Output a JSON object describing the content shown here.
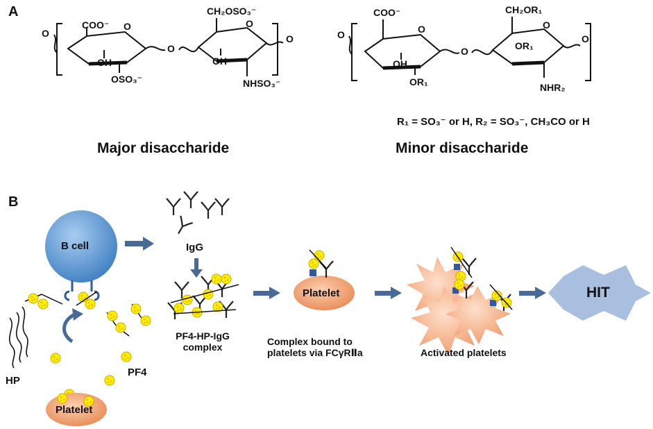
{
  "panel_a": {
    "label": "A",
    "major": {
      "caption": "Major disaccharide",
      "sub1_carboxyl": "COO⁻",
      "sub1_oh": "OH",
      "sub1_osulf": "OSO₃⁻",
      "sub2_ch2": "CH₂OSO₃⁻",
      "sub2_oh": "OH",
      "sub2_nh": "NHSO₃⁻",
      "ring_o": "O",
      "link_o": "O",
      "end_o_left": "O",
      "end_o_right": "O"
    },
    "minor": {
      "caption": "Minor disaccharide",
      "sub1_carboxyl": "COO⁻",
      "sub1_oh": "OH",
      "sub1_or": "OR₁",
      "sub2_ch2": "CH₂OR₁",
      "sub2_or": "OR₁",
      "sub2_nh": "NHR₂",
      "ring_o": "O",
      "link_o": "O",
      "end_o_left": "O",
      "end_o_right": "O",
      "r_definition": "R₁ = SO₃⁻ or H, R₂ = SO₃⁻, CH₃CO or H"
    }
  },
  "panel_b": {
    "label": "B",
    "b_cell": "B cell",
    "igg": "IgG",
    "complex": "PF4-HP-IgG complex",
    "complex_line1": "PF4-HP-IgG",
    "complex_line2": "complex",
    "platelet_center": "Platelet",
    "platelet_bottom": "Platelet",
    "bound_line1": "Complex bound to",
    "bound_line2": "platelets via FCγRⅡa",
    "activated": "Activated platelets",
    "hp": "HP",
    "pf4": "PF4",
    "hit": "HIT"
  },
  "colors": {
    "b_cell": "#5b9bd5",
    "platelet": "#f4a070",
    "pf4": "#ffee00",
    "arrow": "#4a6a96",
    "hit": "#a9bfe0",
    "burst": "#f5a27a",
    "receptor": "#2e5b9e"
  }
}
